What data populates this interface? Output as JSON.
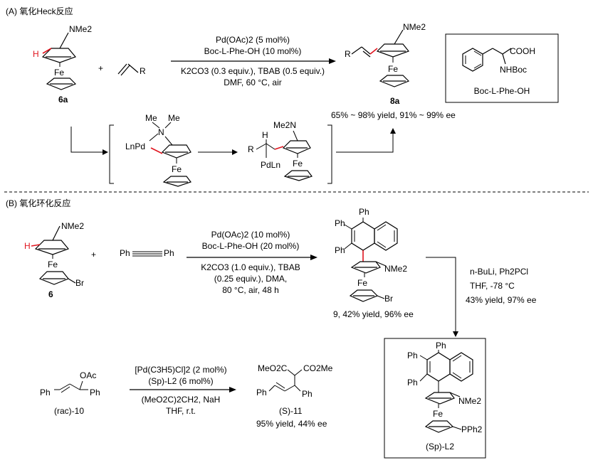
{
  "sectionA": {
    "title": "(A) 氧化Heck反应",
    "reactant_6a": {
      "substituent": "NMe2",
      "metal": "Fe",
      "h": "H",
      "id": "6a"
    },
    "plus": "+",
    "olefin_r": "R",
    "conditions": [
      "Pd(OAc)2 (5 mol%)",
      "Boc-L-Phe-OH (10 mol%)",
      "K2CO3 (0.3 equiv.), TBAB (0.5 equiv.)",
      "DMF, 60 °C, air"
    ],
    "product_8a": {
      "r": "R",
      "substituent": "NMe2",
      "metal": "Fe",
      "id": "8a",
      "result": "65% ~ 98% yield, 91% ~ 99% ee"
    },
    "ligand_box": {
      "acid": "COOH",
      "amine": "NHBoc",
      "name": "Boc-L-Phe-OH"
    },
    "intermediate_1": {
      "me1": "Me",
      "me2": "Me",
      "n": "N",
      "pd": "LnPd",
      "metal": "Fe"
    },
    "intermediate_2": {
      "substituent": "Me2N",
      "h": "H",
      "r": "R",
      "pd": "PdLn",
      "metal": "Fe"
    }
  },
  "sectionB": {
    "title": "(B) 氧化环化反应",
    "reactant_6": {
      "substituent": "NMe2",
      "h": "H",
      "metal": "Fe",
      "br": "Br",
      "id": "6"
    },
    "plus": "+",
    "alkyne": {
      "left": "Ph",
      "right": "Ph"
    },
    "conditions": [
      "Pd(OAc)2 (10 mol%)",
      "Boc-L-Phe-OH (20 mol%)",
      "K2CO3 (1.0 equiv.), TBAB",
      "(0.25 equiv.), DMA,",
      "80 °C, air, 48 h"
    ],
    "product_9": {
      "ph_top": "Ph",
      "ph_left1": "Ph",
      "ph_left2": "Ph",
      "substituent": "NMe2",
      "metal": "Fe",
      "br": "Br",
      "result": "9, 42% yield, 96% ee"
    },
    "conditions_2": [
      "n-BuLi, Ph2PCl",
      "THF, -78 °C",
      "43% yield, 97% ee"
    ],
    "ligand_L2": {
      "ph_top": "Ph",
      "ph_left1": "Ph",
      "ph_left2": "Ph",
      "substituent": "NMe2",
      "metal": "Fe",
      "pph2": "PPh2",
      "id": "(Sp)-L2"
    },
    "allylic": {
      "reactant": {
        "oac": "OAc",
        "ph_left": "Ph",
        "ph_right": "Ph",
        "id": "(rac)-10"
      },
      "conditions": [
        "[Pd(C3H5)Cl]2 (2 mol%)",
        "(Sp)-L2 (6 mol%)",
        "(MeO2C)2CH2, NaH",
        "THF, r.t."
      ],
      "product": {
        "ester_left": "MeO2C",
        "ester_right": "CO2Me",
        "ph_left": "Ph",
        "ph_right": "Ph",
        "id": "(S)-11",
        "result": "95% yield, 44% ee"
      }
    }
  }
}
